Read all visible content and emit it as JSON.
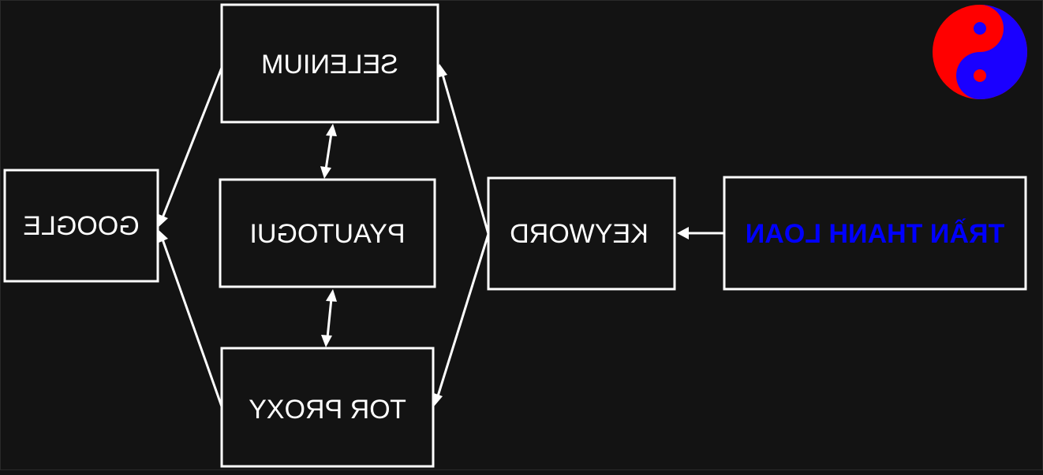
{
  "diagram": {
    "nodes": {
      "selenium": "SELENIUM",
      "pyautogui": "PYAUTOGUI",
      "tor_proxy": "TOR PROXY",
      "google": "GOOGLE",
      "keyword": "KEYWORD",
      "author": "TRẦN THANH LOAN"
    },
    "colors": {
      "background": "#131313",
      "stroke": "#ffffff",
      "text": "#ffffff",
      "author_text": "#0000ff",
      "logo_red": "#ff0000",
      "logo_blue": "#1a00ff"
    },
    "text_mirrored": true,
    "logo_icon": "yin-yang-icon"
  }
}
